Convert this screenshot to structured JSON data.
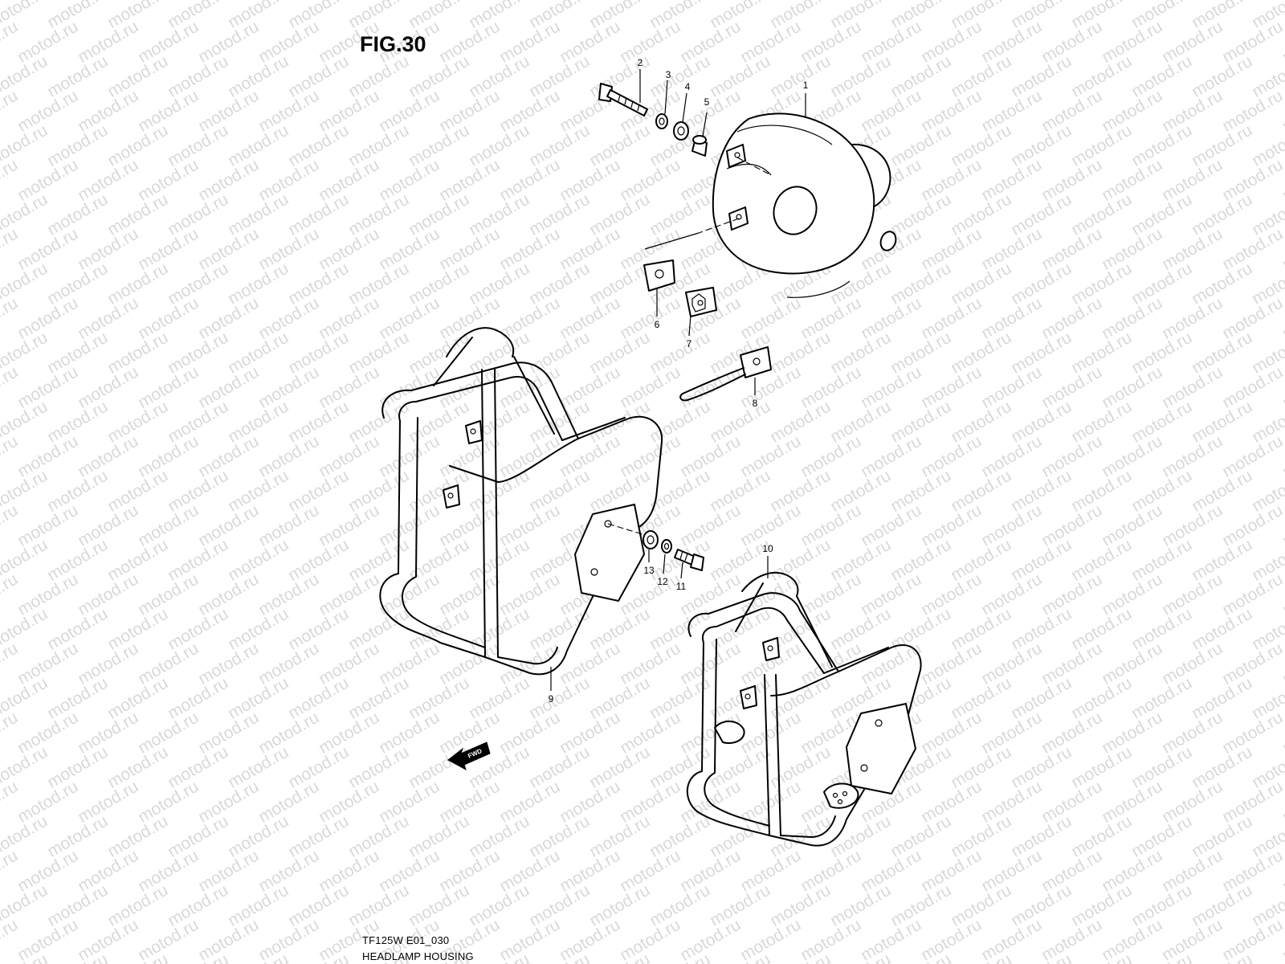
{
  "figure": {
    "title": "FIG.30",
    "model_code": "TF125W E01_030",
    "section_name": "HEADLAMP HOUSING",
    "direction_marker": "FWD"
  },
  "watermark": {
    "text": "motod.ru"
  },
  "parts": [
    {
      "number": "1",
      "description": "headlamp housing shell"
    },
    {
      "number": "2",
      "description": "bolt"
    },
    {
      "number": "3",
      "description": "washer"
    },
    {
      "number": "4",
      "description": "washer"
    },
    {
      "number": "5",
      "description": "spacer collar"
    },
    {
      "number": "6",
      "description": "plate"
    },
    {
      "number": "7",
      "description": "nut clip"
    },
    {
      "number": "8",
      "description": "clamp"
    },
    {
      "number": "9",
      "description": "headlamp guard"
    },
    {
      "number": "10",
      "description": "headlamp guard"
    },
    {
      "number": "11",
      "description": "bolt"
    },
    {
      "number": "12",
      "description": "lock washer"
    },
    {
      "number": "13",
      "description": "washer"
    }
  ]
}
